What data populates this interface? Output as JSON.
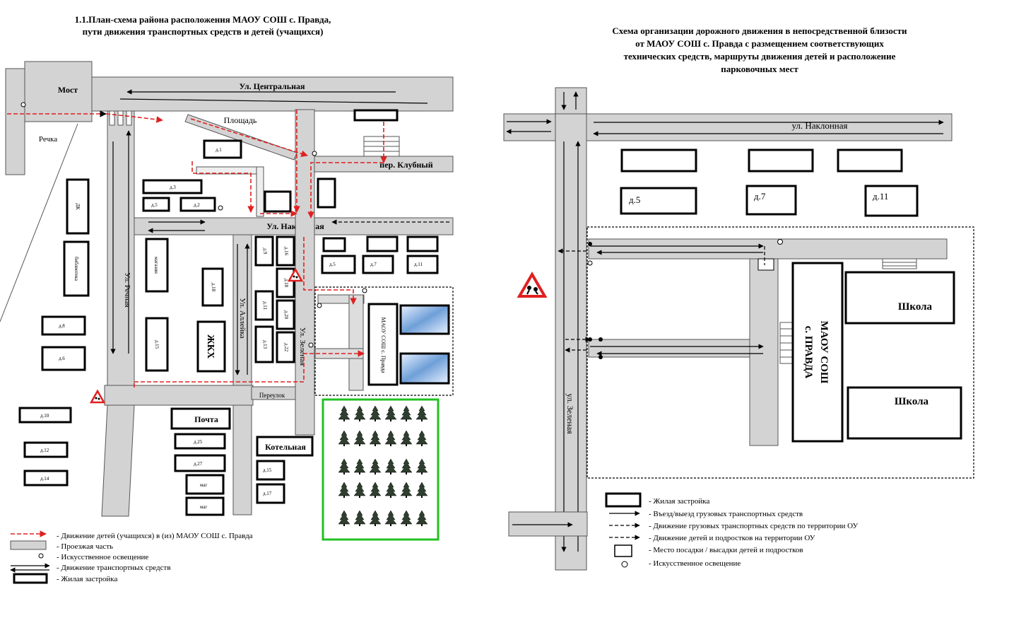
{
  "left": {
    "title_line1": "1.1.План-схема района расположения МАОУ СОШ с. Правда,",
    "title_line2": "пути движения транспортных средств и детей (учащихся)",
    "most": "Мост",
    "rechka": "Речка",
    "ul_centralnaya": "Ул. Центральная",
    "ploshchad": "Площадь",
    "per_klubny": "пер. Клубный",
    "ul_naklonnaya": "Ул. Наклонная",
    "ul_rechnaya": "Ул. Речная",
    "ul_alleyka": "Ул. Аллейка",
    "ul_zelenaya": "Ул. Зеленая",
    "pereulok": "Переулок",
    "pochta": "Почта",
    "kotelnaya": "Котельная",
    "zhkh": "ЖКХ",
    "school": "МАОУ СОШ с. Правда",
    "houses": {
      "d1": "д.1",
      "d3": "д.3",
      "d5": "д.5",
      "d2": "д.2",
      "d8": "д.8",
      "d6": "д.6",
      "d10": "д.10",
      "d12": "д.12",
      "d14": "д.14",
      "d18": "д.18",
      "d15": "д.15",
      "d9": "д.9",
      "d16": "д.16",
      "d18b": "д.18",
      "d11": "д.11",
      "d20": "д.20",
      "d13": "д.13",
      "d22": "д.22",
      "d5b": "д.5",
      "d7": "д.7",
      "d11b": "д.11",
      "d25": "д.25",
      "d27": "д.27",
      "mag1": "маг",
      "mag2": "маг",
      "d15b": "д.15",
      "d17": "д.17",
      "dk": "ДК",
      "magazin": "магазин",
      "biblioteka": "библиотека"
    },
    "legend": [
      "- Движение детей (учащихся) в (из) МАОУ СОШ с. Правда",
      "- Проезжая часть",
      "- Искусственное освещение",
      "- Движение транспортных средств",
      "- Жилая застройка"
    ]
  },
  "right": {
    "title_line1": "Схема организации дорожного движения в непосредственной близости",
    "title_line2": "от МАОУ СОШ с. Правда с размещением соответствующих",
    "title_line3": "технических средств, маршруты движения детей и расположение",
    "title_line4": "парковочных мест",
    "ul_naklonnaya": "ул. Наклонная",
    "ul_zelenaya": "ул. Зеленая",
    "d5": "д.5",
    "d7": "д.7",
    "d11": "д.11",
    "school_line1": "МАОУ СОШ",
    "school_line2": "с. ПРАВДА",
    "shkola1": "Школа",
    "shkola2": "Школа",
    "legend": [
      "- Жилая застройка",
      "- Въезд/выезд грузовых транспортных средств",
      "- Движение грузовых транспортных средств по территории ОУ",
      "- Движение детей и подростков на территории ОУ",
      "- Место посадки / высадки детей и подростков",
      "- Искусственное освещение"
    ]
  }
}
